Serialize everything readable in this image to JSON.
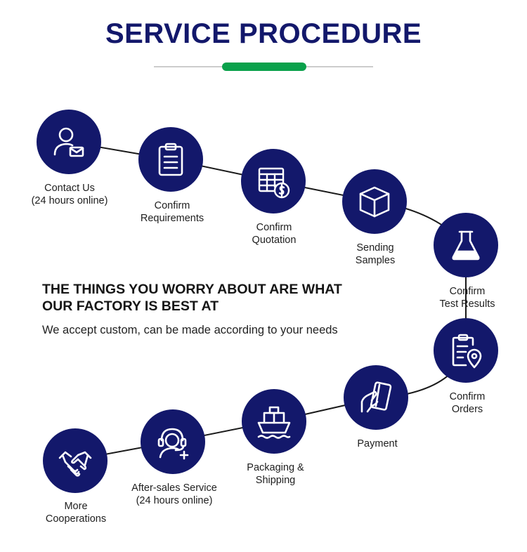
{
  "title": "SERVICE PROCEDURE",
  "colors": {
    "navy": "#13186b",
    "green": "#0aa14b",
    "line": "#1a1a1a"
  },
  "headline": {
    "line1": "THE THINGS YOU WORRY ABOUT ARE WHAT",
    "line2": "OUR FACTORY IS BEST AT"
  },
  "subline": "We accept custom, can be made according to your needs",
  "steps": [
    {
      "icon": "contact-user-mail-icon",
      "line1": "Contact Us",
      "line2": "(24 hours online)"
    },
    {
      "icon": "clipboard-icon",
      "line1": "Confirm",
      "line2": "Requirements"
    },
    {
      "icon": "quotation-calculator-icon",
      "line1": "Confirm",
      "line2": "Quotation"
    },
    {
      "icon": "box-icon",
      "line1": "Sending",
      "line2": "Samples"
    },
    {
      "icon": "flask-icon",
      "line1": "Confirm",
      "line2": "Test Results"
    },
    {
      "icon": "order-location-icon",
      "line1": "Confirm",
      "line2": "Orders"
    },
    {
      "icon": "card-payment-icon",
      "line1": "Payment",
      "line2": ""
    },
    {
      "icon": "ship-icon",
      "line1": "Packaging &",
      "line2": "Shipping"
    },
    {
      "icon": "headset-support-icon",
      "line1": "After-sales Service",
      "line2": "(24 hours online)"
    },
    {
      "icon": "handshake-icon",
      "line1": "More",
      "line2": "Cooperations"
    }
  ]
}
